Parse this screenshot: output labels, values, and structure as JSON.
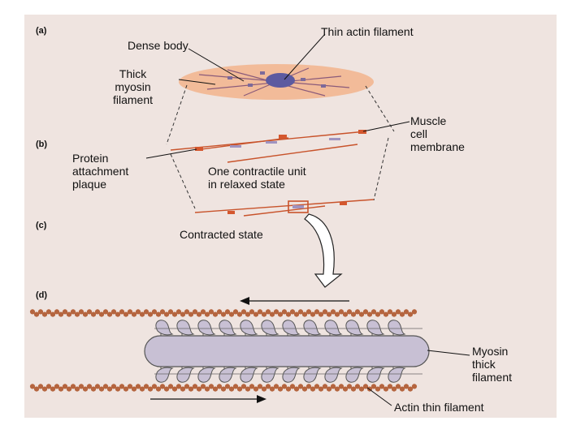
{
  "figure": {
    "background_color": "#efe4e0",
    "actin_color": "#b5653f",
    "myosin_color": "#c8c0d4",
    "membrane_color": "#d4572e",
    "panel_a": {
      "letter": "(a)",
      "dense_body": "Dense body",
      "thin_actin": "Thin actin filament",
      "thick_myosin": "Thick\nmyosin\nfilament"
    },
    "panel_b": {
      "letter": "(b)",
      "muscle_membrane": "Muscle\ncell\nmembrane",
      "plaque": "Protein\nattachment\nplaque",
      "contractile_unit": "One contractile unit\nin relaxed state"
    },
    "panel_c": {
      "letter": "(c)",
      "contracted": "Contracted state"
    },
    "panel_d": {
      "letter": "(d)",
      "myosin": "Myosin\nthick\nfilament",
      "actin": "Actin thin filament"
    }
  }
}
